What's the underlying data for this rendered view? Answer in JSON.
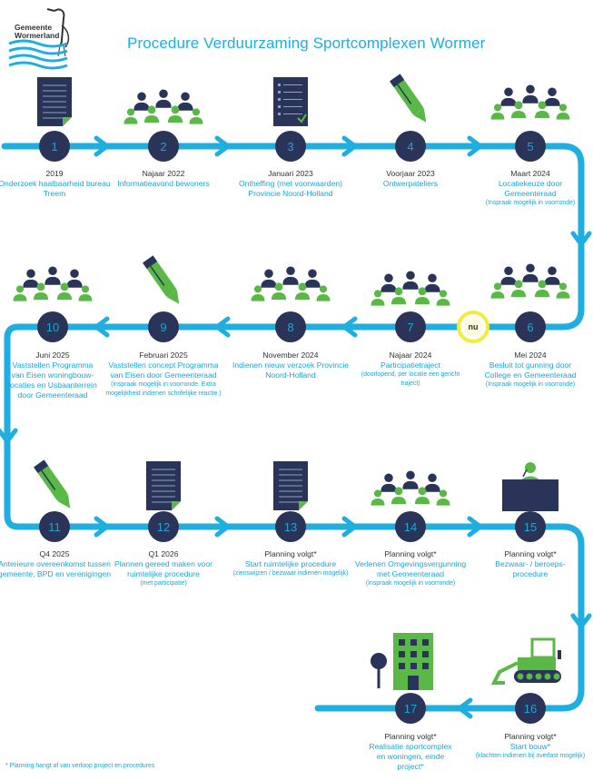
{
  "header": {
    "title": "Procedure Verduurzaming Sportcomplexen Wormer",
    "logo_line1": "Gemeente",
    "logo_line2": "Wormerland"
  },
  "nu_badge": "nu",
  "footnote": "*   Planning hangt af van verloop project en procedures",
  "steps": [
    {
      "num": "1",
      "icon": "document-icon",
      "date": "2019",
      "title": "Onderzoek haalbaarheid bureau Treem",
      "note": ""
    },
    {
      "num": "2",
      "icon": "people-group-icon",
      "date": "Najaar 2022",
      "title": "Informatieavond bewoners",
      "note": ""
    },
    {
      "num": "3",
      "icon": "checklist-icon",
      "date": "Januari 2023",
      "title": "Ontheffing (met voorwaarden) Provincie Noord-Holland",
      "note": ""
    },
    {
      "num": "4",
      "icon": "pen-icon",
      "date": "Voorjaar 2023",
      "title": "Ontwerpateliers",
      "note": ""
    },
    {
      "num": "5",
      "icon": "people-group-icon",
      "date": "Maart 2024",
      "title": "Locatiekeuze door Gemeenteraad",
      "note": "(Inspraak mogelijk in voorronde)"
    },
    {
      "num": "6",
      "icon": "people-group-icon",
      "date": "Mei 2024",
      "title": "Besluit tot gunning door College en Gemeenteraad",
      "note": "(Inspraak mogelijk in voorronde)"
    },
    {
      "num": "7",
      "icon": "people-group-icon",
      "date": "Najaar 2024",
      "title": "Participatietraject",
      "note": "(doorlopend, per locatie een gericht traject)"
    },
    {
      "num": "8",
      "icon": "people-group-icon",
      "date": "November 2024",
      "title": "Indienen nieuw verzoek Provincie Noord-Holland",
      "note": ""
    },
    {
      "num": "9",
      "icon": "pen-icon",
      "date": "Februari 2025",
      "title": "Vaststellen concept Programma van Eisen door Gemeenteraad",
      "note": "(inspraak mogelijk in voorronde. Extra mogelijkheid indienen schrifelijke reactie )"
    },
    {
      "num": "10",
      "icon": "people-group-icon",
      "date": "Juni 2025",
      "title": "Vaststellen Programma van Eisen woningbouw-locaties en Usbaanterrein door Gemeenteraad",
      "note": ""
    },
    {
      "num": "11",
      "icon": "pen-icon",
      "date": "Q4 2025",
      "title": "Anterieure overeenkomst tussen gemeente, BPD en verenigingen",
      "note": ""
    },
    {
      "num": "12",
      "icon": "document-icon",
      "date": "Q1 2026",
      "title": "Plannen gereed maken voor ruimtelijke procedure",
      "note": "(met participatie)"
    },
    {
      "num": "13",
      "icon": "document-icon",
      "date": "Planning volgt*",
      "title": "Start ruimtelijke procedure",
      "note": "(zienswijzen / bezwaar indienen mogelijk)"
    },
    {
      "num": "14",
      "icon": "people-group-icon",
      "date": "Planning volgt*",
      "title": "Verlenen Omgevingsvergunning met Gemeenteraad",
      "note": "(Inspraak mogelijk in voorronde)"
    },
    {
      "num": "15",
      "icon": "speaker-podium-icon",
      "date": "Planning volgt*",
      "title": "Bezwaar- / beroeps-procedure",
      "note": ""
    },
    {
      "num": "16",
      "icon": "bulldozer-icon",
      "date": "Planning volgt*",
      "title": "Start bouw*",
      "note": "(klachten indienen bij overlast mogelijk)"
    },
    {
      "num": "17",
      "icon": "building-tree-icon",
      "date": "Planning volgt*",
      "title": "Realisatie sportcomplex en woningen, einde project*",
      "note": ""
    }
  ],
  "colors": {
    "line": "#1eaee0",
    "node": "#2a3358",
    "icon_dark": "#2a3358",
    "icon_green": "#5ab946",
    "nu_ring": "#f2ec3a",
    "text_blue": "#1ba6d6"
  }
}
